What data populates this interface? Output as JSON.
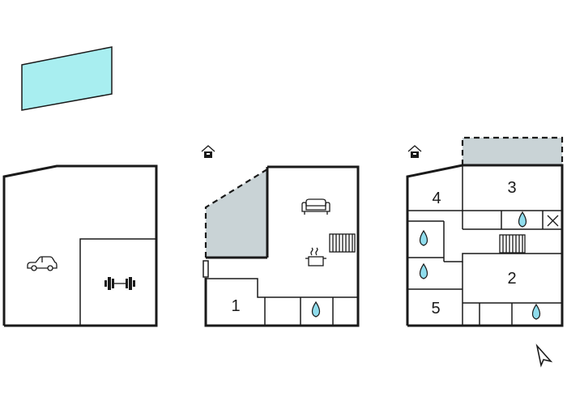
{
  "rooms": {
    "r1": "1",
    "r2": "2",
    "r3": "3",
    "r4": "4",
    "r5": "5"
  },
  "colors": {
    "pool": "#a8eef0",
    "terrace": "#c9d3d6",
    "water": "#8fdcec",
    "wall": "#1a1a1a"
  },
  "icons": [
    "pool-icon",
    "car-icon",
    "dumbbell-icon",
    "entrance-icon",
    "sofa-icon",
    "cooking-pot-icon",
    "stairs-icon",
    "bathroom-drop-icon",
    "toilet-x-icon",
    "north-arrow-icon"
  ]
}
